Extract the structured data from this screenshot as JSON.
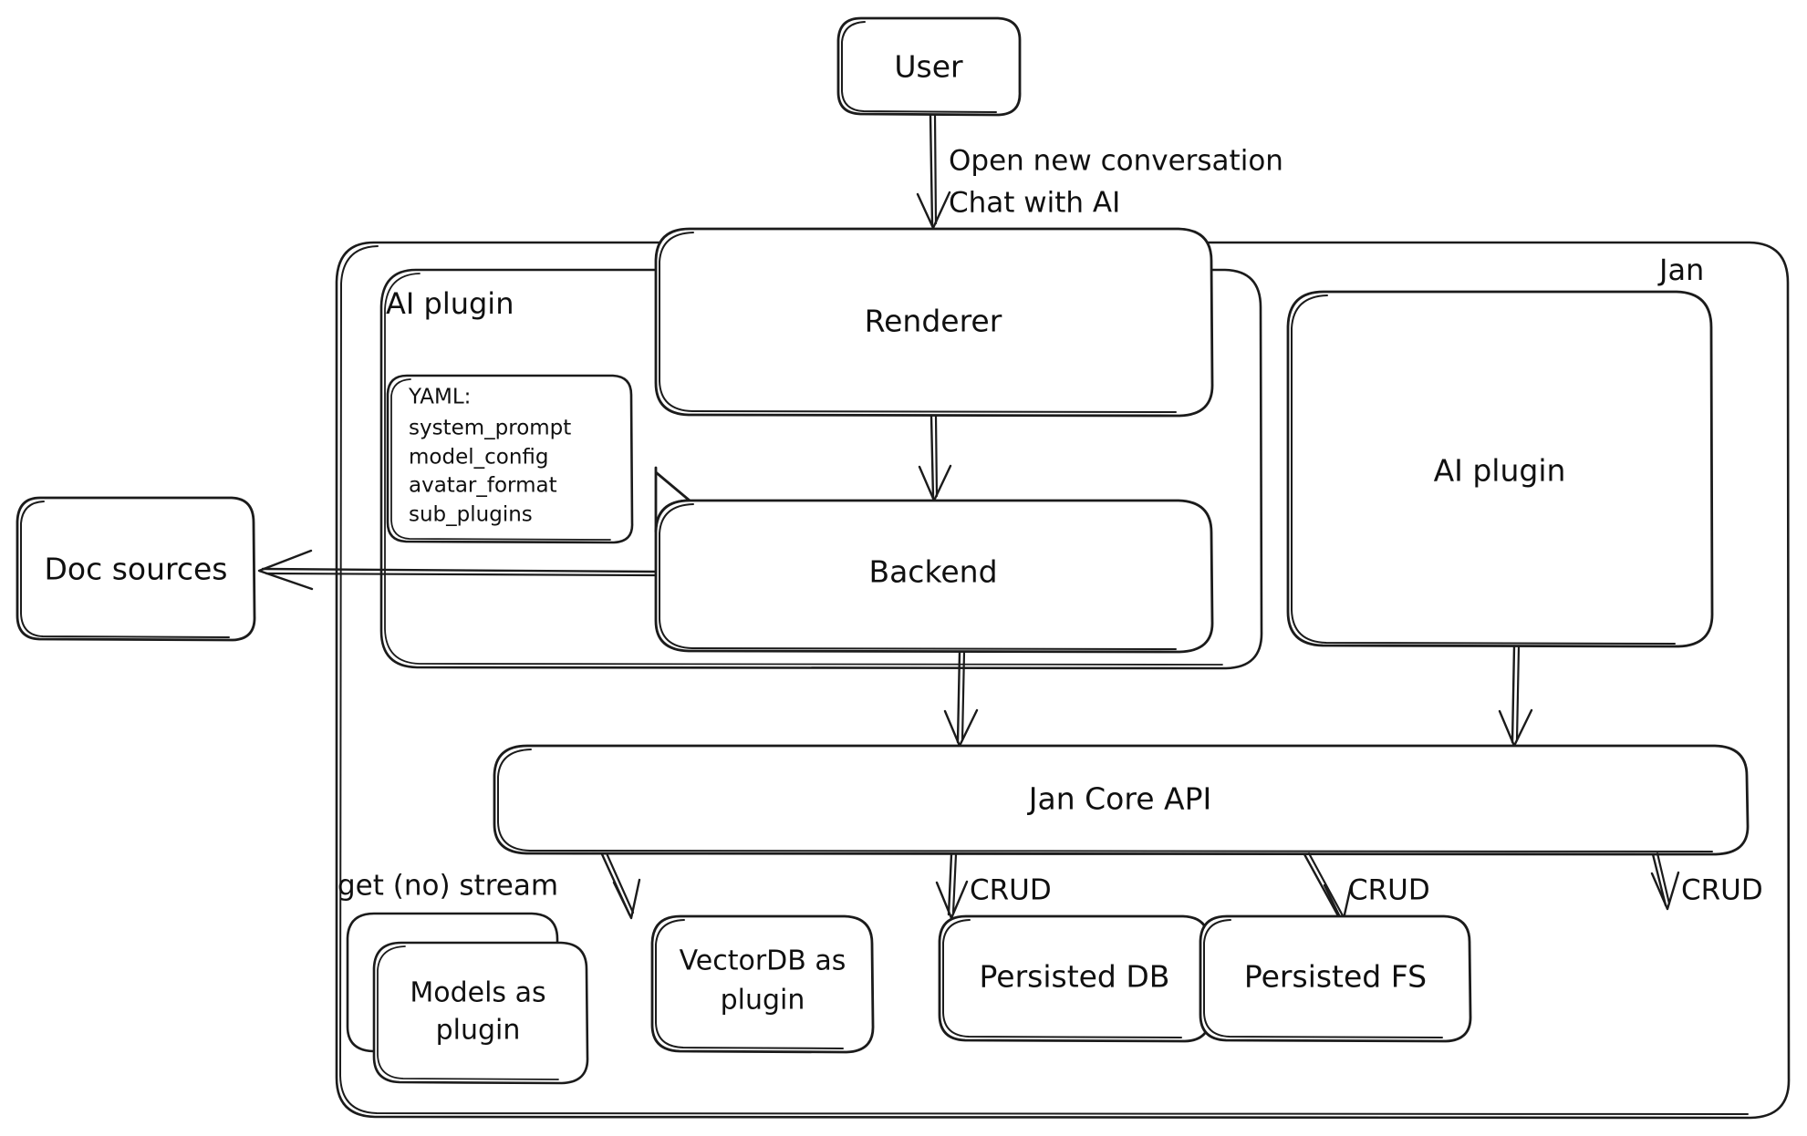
{
  "diagram": {
    "title": "Jan architecture diagram",
    "style": "hand-drawn sketch",
    "stroke_color": "#1b1b1b",
    "fill_color": "#ffffff",
    "background": "#ffffff"
  },
  "containers": {
    "jan": {
      "label": "Jan"
    },
    "ai_plugin_group": {
      "label": "AI plugin"
    }
  },
  "nodes": {
    "user": {
      "label": "User"
    },
    "renderer": {
      "label": "Renderer"
    },
    "backend": {
      "label": "Backend"
    },
    "doc_sources": {
      "label": "Doc sources"
    },
    "ai_plugin": {
      "label": "AI plugin"
    },
    "jan_core_api": {
      "label": "Jan Core API"
    },
    "models_plugin": {
      "label_line1": "Models as",
      "label_line2": "plugin"
    },
    "vectordb_plugin": {
      "label_line1": "VectorDB as",
      "label_line2": "plugin"
    },
    "persisted_db": {
      "label": "Persisted DB"
    },
    "persisted_fs": {
      "label": "Persisted FS"
    }
  },
  "yaml_card": {
    "title": "YAML:",
    "lines": [
      "system_prompt",
      "model_config",
      "avatar_format",
      "sub_plugins"
    ]
  },
  "edge_labels": {
    "user_to_renderer_line1": "Open new conversation",
    "user_to_renderer_line2": "Chat with AI",
    "core_to_models": "get (no) stream",
    "core_to_vectordb": "CRUD",
    "core_to_persisted_db": "CRUD",
    "core_to_persisted_fs": "CRUD"
  }
}
